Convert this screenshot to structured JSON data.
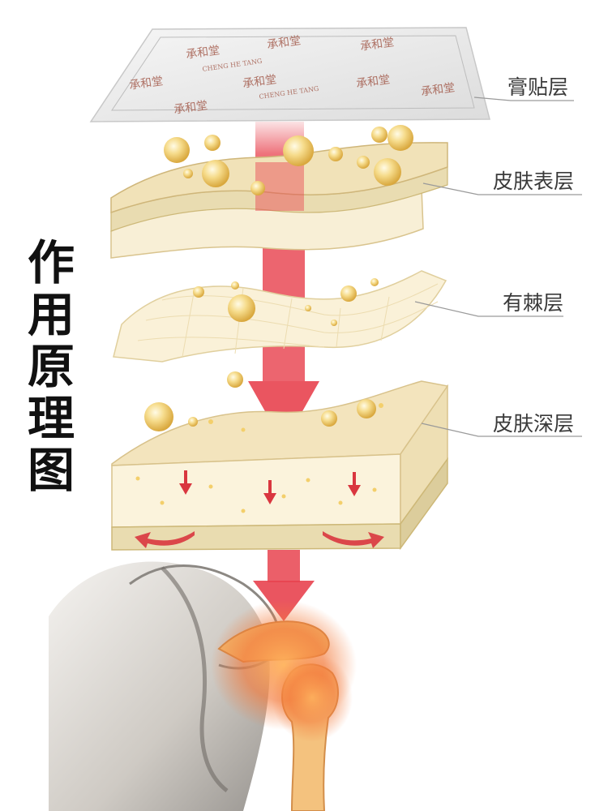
{
  "title_chars": [
    "作",
    "用",
    "原",
    "理",
    "图"
  ],
  "labels": {
    "plaster": "膏贴层",
    "epidermis": "皮肤表层",
    "spinous": "有棘层",
    "dermis": "皮肤深层"
  },
  "logo_text": [
    "承和堂",
    "CHENG HE TANG"
  ],
  "colors": {
    "arrow": "#e8434f",
    "beige": "#f1e2b8",
    "gold_ball": "#f3cf6b",
    "label_line": "#9a9a9a",
    "logo": "#9b4a39"
  }
}
